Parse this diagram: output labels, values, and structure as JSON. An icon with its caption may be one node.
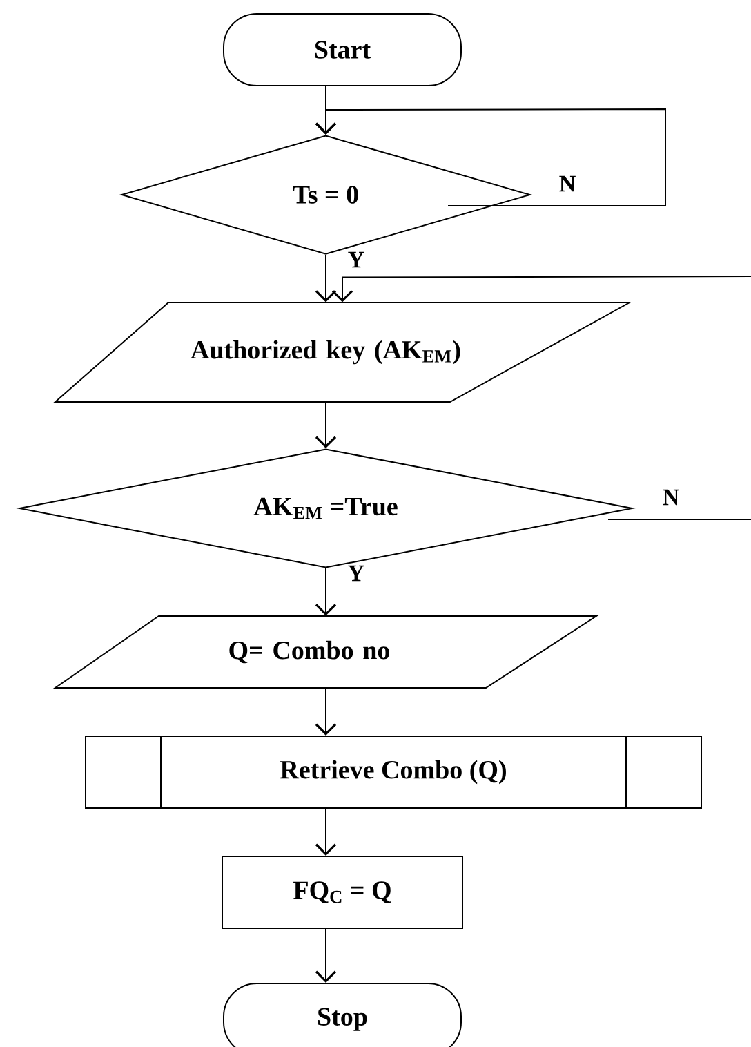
{
  "diagram": {
    "nodes": [
      {
        "text": [
          "Start"
        ]
      },
      {
        "text": [
          "Ts = 0"
        ]
      },
      {
        "text": [
          "Authorized key (AK$_{EM}$)"
        ]
      },
      {
        "text": [
          "AK$_{EM}$ =True"
        ]
      },
      {
        "text": [
          "Q= Combo no"
        ]
      },
      {
        "text": [
          "Retrieve Combo (Q)"
        ]
      },
      {
        "text": [
          "FQ$_{C}$ = Q"
        ]
      },
      {
        "text": [
          "Stop"
        ]
      }
    ],
    "edges": [
      {
        "from": 0,
        "to": 1,
        "arrow": "to"
      },
      {
        "from": 1,
        "to": 1,
        "arrow": "to",
        "label": "N"
      },
      {
        "from": 1,
        "to": 2,
        "arrow": "to",
        "label": "Y"
      },
      {
        "from": 2,
        "to": 3,
        "arrow": "to"
      },
      {
        "from": 3,
        "to": 2,
        "arrow": "to",
        "label": "N"
      },
      {
        "from": 3,
        "to": 4,
        "arrow": "to",
        "label": "Y"
      },
      {
        "from": 4,
        "to": 5,
        "arrow": "to"
      },
      {
        "from": 5,
        "to": 6,
        "arrow": "to"
      },
      {
        "from": 6,
        "to": 7,
        "arrow": "to"
      }
    ]
  }
}
